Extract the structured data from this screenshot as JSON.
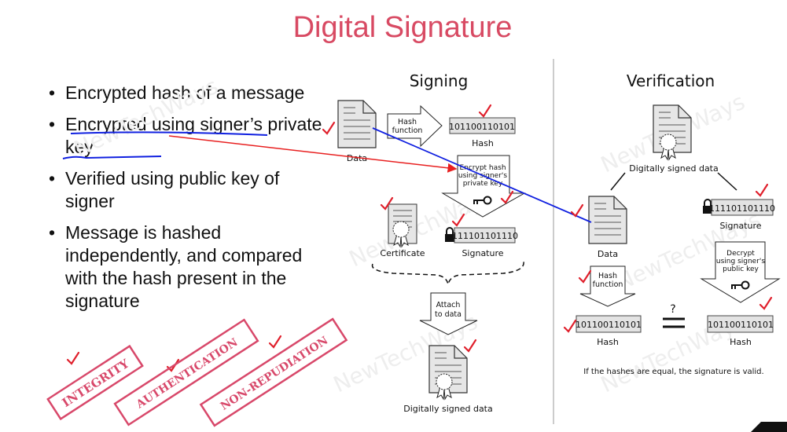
{
  "title": "Digital Signature",
  "bullets": [
    "Encrypted hash of a message",
    " Encrypted using signer’s private key",
    "Verified using public key of signer",
    "Message is hashed independently, and compared with the hash present in the signature"
  ],
  "stamps": [
    "INTEGRITY",
    "AUTHENTICATION",
    "NON-REPUDIATION"
  ],
  "watermark": "NewTechWays",
  "signing": {
    "heading": "Signing",
    "data_label": "Data",
    "hash_fn_1": "Hash",
    "hash_fn_2": "function",
    "hash_value": "101100110101",
    "hash_label": "Hash",
    "encrypt_1": "Encrypt hash",
    "encrypt_2": "using signer's",
    "encrypt_3": "private key",
    "certificate_label": "Certificate",
    "signature_value": "111101101110",
    "signature_label": "Signature",
    "attach_1": "Attach",
    "attach_2": "to data",
    "signed_label": "Digitally signed data"
  },
  "verification": {
    "heading": "Verification",
    "signed_label": "Digitally signed data",
    "data_label": "Data",
    "hash_fn_1": "Hash",
    "hash_fn_2": "function",
    "hash_value_left": "101100110101",
    "hash_label_left": "Hash",
    "question": "?",
    "signature_value": "111101101110",
    "signature_label": "Signature",
    "decrypt_1": "Decrypt",
    "decrypt_2": "using signer's",
    "decrypt_3": "public key",
    "hash_value_right": "101100110101",
    "hash_label_right": "Hash",
    "caption": "If the hashes are equal, the signature is valid."
  },
  "colors": {
    "title": "#d84a63",
    "stamp": "#d8486a",
    "check": "#e0202c",
    "annotation_red": "#e82020",
    "annotation_blue": "#1020e0"
  }
}
